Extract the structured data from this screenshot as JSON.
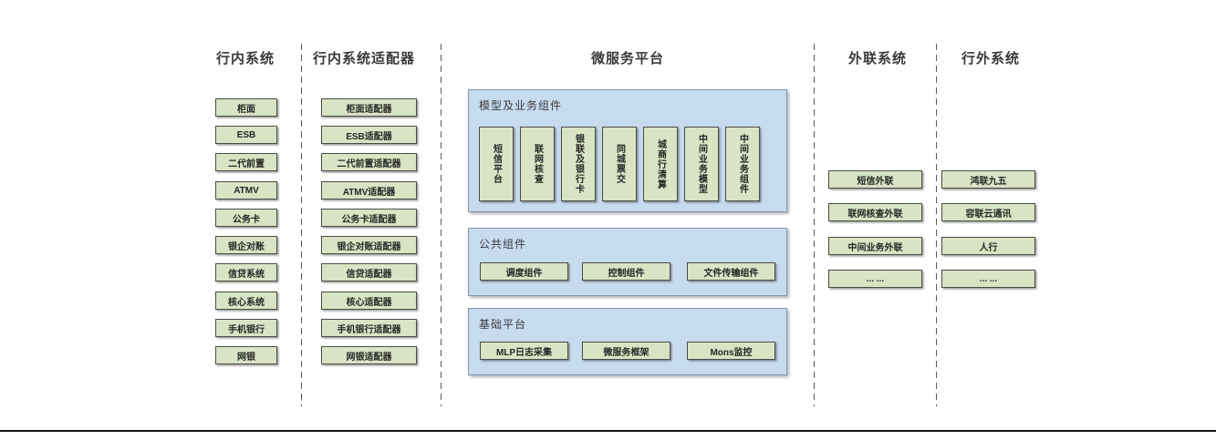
{
  "diagram": {
    "colors": {
      "box_green": "#d8e4c3",
      "box_green_border": "#4c4c46",
      "panel_blue": "#c7dbef",
      "panel_blue_border": "#8297ab",
      "dash_line": "#595959"
    },
    "columns": {
      "internal": {
        "title": "行内系统",
        "items": [
          "柜面",
          "ESB",
          "二代前置",
          "ATMV",
          "公务卡",
          "银企对账",
          "信贷系统",
          "核心系统",
          "手机银行",
          "网银"
        ]
      },
      "adapters": {
        "title": "行内系统适配器",
        "items": [
          "柜面适配器",
          "ESB适配器",
          "二代前置适配器",
          "ATMV适配器",
          "公务卡适配器",
          "银企对账适配器",
          "信贷适配器",
          "核心适配器",
          "手机银行适配器",
          "网银适配器"
        ]
      },
      "platform": {
        "title": "微服务平台",
        "model_group": {
          "title": "模型及业务组件",
          "items": [
            "短信平台",
            "联网核查",
            "银联及银行卡",
            "同城票交",
            "城商行清算",
            "中间业务模型",
            "中间业务组件"
          ]
        },
        "common_group": {
          "title": "公共组件",
          "items": [
            "调度组件",
            "控制组件",
            "文件传输组件"
          ]
        },
        "base_group": {
          "title": "基础平台",
          "items": [
            "MLP日志采集",
            "微服务框架",
            "Mons监控"
          ]
        }
      },
      "external": {
        "title": "外联系统",
        "items": [
          "短信外联",
          "联网核查外联",
          "中间业务外联",
          "... ..."
        ]
      },
      "outside": {
        "title": "行外系统",
        "items": [
          "鸿联九五",
          "容联云通讯",
          "人行",
          "... ..."
        ]
      }
    }
  }
}
